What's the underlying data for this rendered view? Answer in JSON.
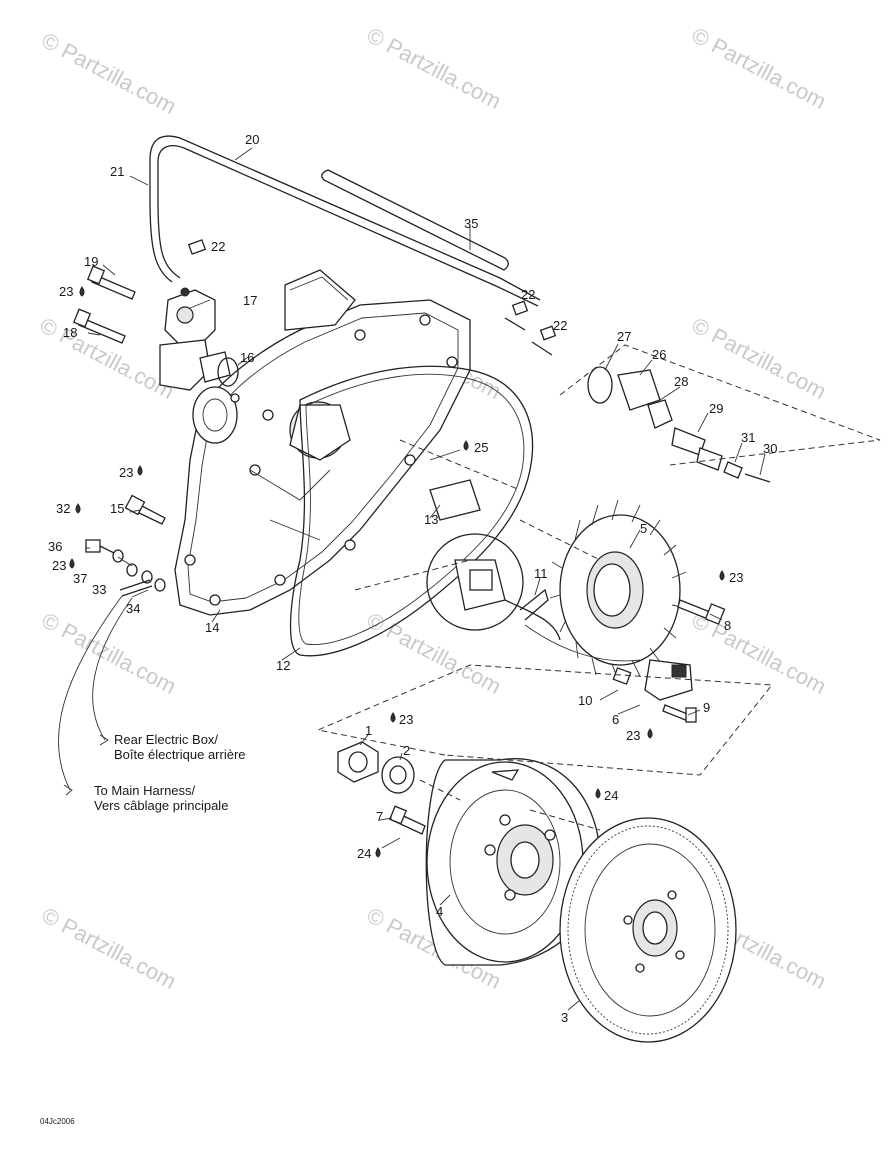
{
  "watermark": "© Partzilla.com",
  "drawing_code": "04Jc2006",
  "notes": {
    "rear_box_1": "Rear Electric Box/",
    "rear_box_2": "Boîte électrique arrière",
    "harness_1": "To Main Harness/",
    "harness_2": "Vers câblage principale"
  },
  "labels": {
    "p1": "1",
    "p2": "2",
    "p3": "3",
    "p4": "4",
    "p5": "5",
    "p6": "6",
    "p7": "7",
    "p8": "8",
    "p9": "9",
    "p10": "10",
    "p11": "11",
    "p12": "12",
    "p13": "13",
    "p14": "14",
    "p15": "15",
    "p16": "16",
    "p17": "17",
    "p18": "18",
    "p19": "19",
    "p20": "20",
    "p21": "21",
    "p22a": "22",
    "p22b": "22",
    "p22c": "22",
    "p23a": "23",
    "p23b": "23",
    "p23c": "23",
    "p23d": "23",
    "p23e": "23",
    "p23f": "23",
    "p24a": "24",
    "p24b": "24",
    "p25": "25",
    "p26": "26",
    "p27": "27",
    "p28": "28",
    "p29": "29",
    "p30": "30",
    "p31": "31",
    "p32": "32",
    "p33": "33",
    "p34": "34",
    "p35": "35",
    "p36": "36",
    "p37": "37"
  }
}
